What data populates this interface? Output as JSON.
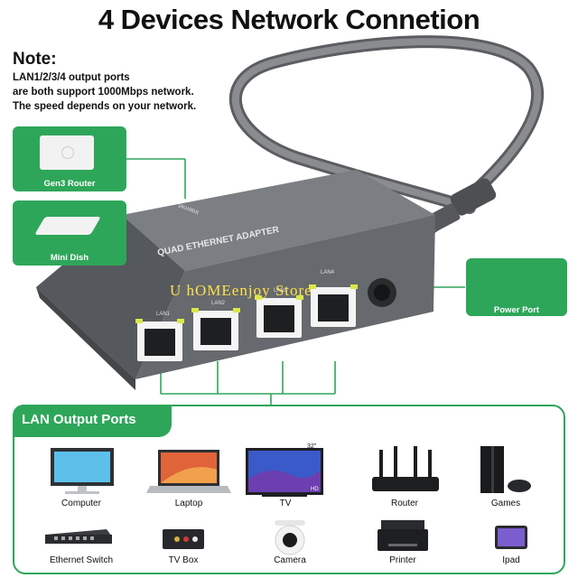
{
  "title": "4 Devices Network Connetion",
  "note": {
    "heading": "Note:",
    "lines": [
      "LAN1/2/3/4 output ports",
      "are both support 1000Mbps network.",
      "The speed depends on your network."
    ]
  },
  "callouts": {
    "gen3_router": "Gen3 Router",
    "mini_dish": "Mini Dish",
    "power_port": "Power Port"
  },
  "adapter": {
    "label": "QUAD ETHERNET ADAPTER",
    "internet_label": "Internet",
    "ports": [
      "LAN1",
      "LAN2",
      "LAN3",
      "LAN4"
    ]
  },
  "watermark": "U hOMEenjoy Store",
  "lan_section": {
    "heading": "LAN Output Ports",
    "devices_row1": [
      "Computer",
      "Laptop",
      "TV",
      "Router",
      "Games"
    ],
    "devices_row2": [
      "Ethernet Switch",
      "TV Box",
      "Camera",
      "Printer",
      "Ipad"
    ],
    "tv_size": "32\"",
    "tv_badge": "HD"
  },
  "colors": {
    "accent_green": "#2ea65a",
    "adapter_grey": "#6b6e72",
    "cable_grey": "#7a7c80",
    "watermark": "#ffe14a"
  }
}
